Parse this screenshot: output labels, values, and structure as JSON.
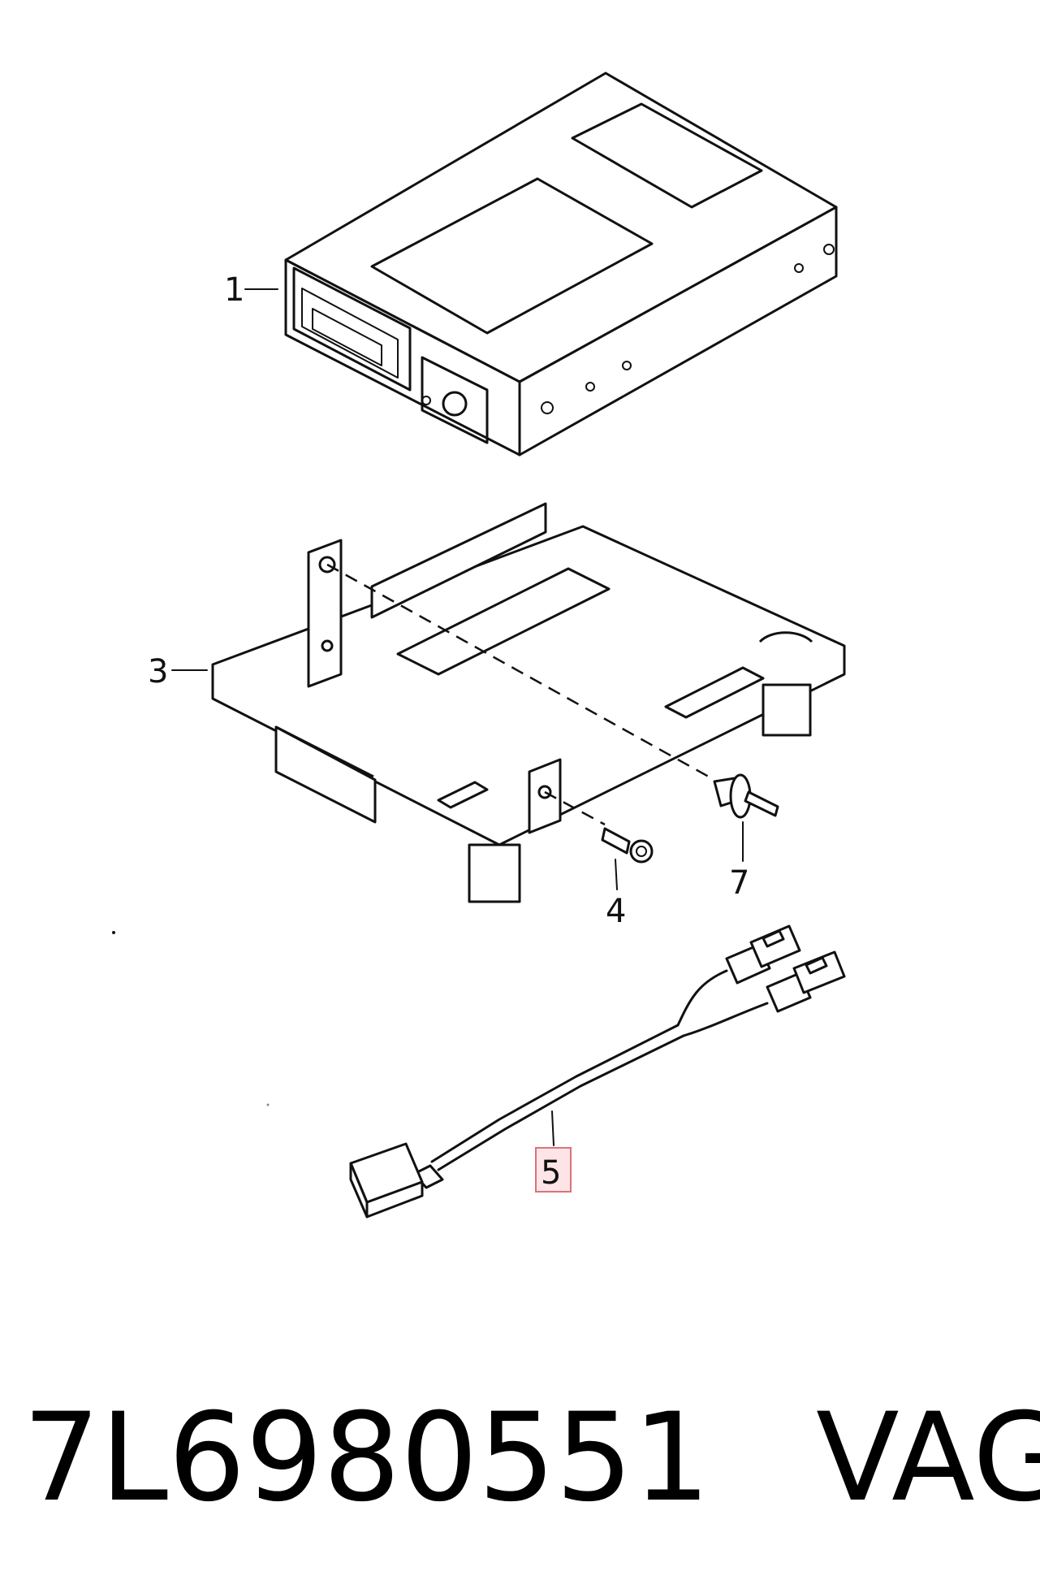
{
  "callouts": {
    "c1": "1",
    "c3": "3",
    "c4": "4",
    "c5": "5",
    "c7": "7"
  },
  "highlighted_callout": "5",
  "footer": {
    "part_number": "7L6980551",
    "brand": "VAG"
  }
}
